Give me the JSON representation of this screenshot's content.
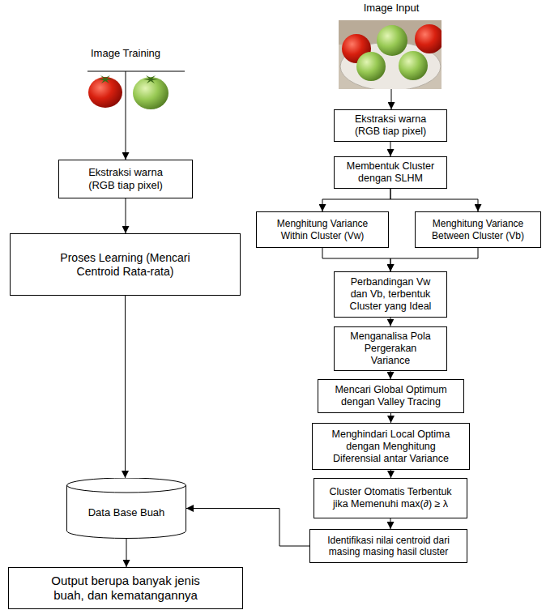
{
  "diagram": {
    "nodes": [
      {
        "text": [
          "Image Training"
        ]
      },
      {
        "text": [
          "Ekstraksi warna (RGB tiap pixel)"
        ]
      },
      {
        "text": [
          "Proses Learning (Mencari Centroid Rata-rata)"
        ]
      },
      {
        "text": [
          "Data Base Buah"
        ]
      },
      {
        "text": [
          "Output berupa banyak jenis buah, dan kematangannya"
        ]
      },
      {
        "text": [
          "Image Input"
        ]
      },
      {
        "text": [
          "Ekstraksi warna (RGB tiap pixel)"
        ]
      },
      {
        "text": [
          "Membentuk Cluster dengan SLHM"
        ]
      },
      {
        "text": [
          "Menghitung Variance Within Cluster (Vw)"
        ]
      },
      {
        "text": [
          "Menghitung Variance Between Cluster (Vb)"
        ]
      },
      {
        "text": [
          "Perbandingan Vw dan Vb, terbentuk Cluster yang Ideal"
        ]
      },
      {
        "text": [
          "Menganalisa Pola Pergerakan Variance"
        ]
      },
      {
        "text": [
          "Mencari Global Optimum dengan Valley Tracing"
        ]
      },
      {
        "text": [
          "Menghindari Local Optima dengan Menghitung Diferensial antar Variance"
        ]
      },
      {
        "text": [
          "Cluster Otomatis Terbentuk jika Memenuhi max(∂) ≥ λ"
        ]
      },
      {
        "text": [
          "Identifikasi nilai centroid dari masing masing hasil cluster"
        ]
      }
    ],
    "edges": [
      {
        "from": 0,
        "to": 1,
        "arrow": "to"
      },
      {
        "from": 1,
        "to": 2,
        "arrow": "to"
      },
      {
        "from": 2,
        "to": 3,
        "arrow": "to"
      },
      {
        "from": 3,
        "to": 4,
        "arrow": "to"
      },
      {
        "from": 5,
        "to": 6,
        "arrow": "to"
      },
      {
        "from": 6,
        "to": 7,
        "arrow": "to"
      },
      {
        "from": 7,
        "to": 8,
        "arrow": "to"
      },
      {
        "from": 7,
        "to": 9,
        "arrow": "to"
      },
      {
        "from": 8,
        "to": 10,
        "arrow": "to"
      },
      {
        "from": 9,
        "to": 10,
        "arrow": "to"
      },
      {
        "from": 10,
        "to": 11,
        "arrow": "to"
      },
      {
        "from": 11,
        "to": 12,
        "arrow": "to"
      },
      {
        "from": 12,
        "to": 13,
        "arrow": "to"
      },
      {
        "from": 13,
        "to": 14,
        "arrow": "to"
      },
      {
        "from": 14,
        "to": 15,
        "arrow": "to"
      },
      {
        "from": 15,
        "to": 3,
        "arrow": "to"
      }
    ]
  }
}
